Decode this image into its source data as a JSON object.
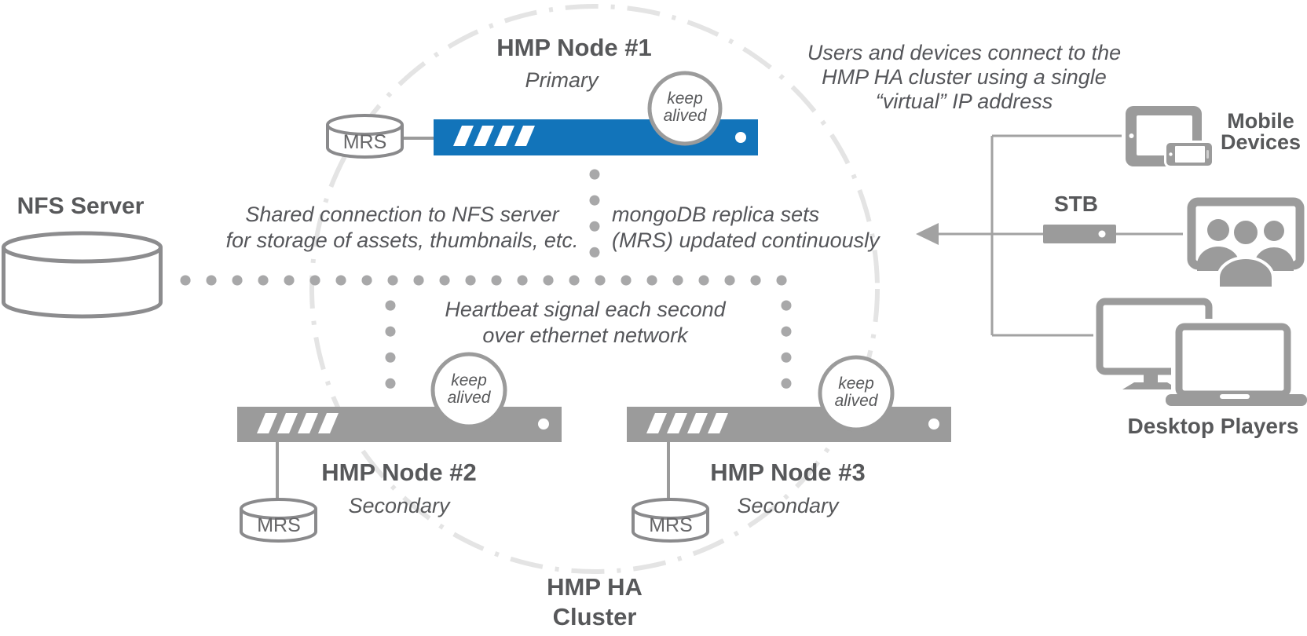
{
  "diagram": {
    "nfs_label": "NFS Server",
    "cluster_label": [
      "HMP HA",
      "Cluster"
    ],
    "nodes": [
      {
        "title": "HMP Node #1",
        "role": "Primary",
        "db_label": "MRS",
        "badge": [
          "keep",
          "alived"
        ]
      },
      {
        "title": "HMP Node #2",
        "role": "Secondary",
        "db_label": "MRS",
        "badge": [
          "keep",
          "alived"
        ]
      },
      {
        "title": "HMP Node #3",
        "role": "Secondary",
        "db_label": "MRS",
        "badge": [
          "keep",
          "alived"
        ]
      }
    ],
    "annotations": {
      "shared": [
        "Shared connection to NFS server",
        "for storage of assets, thumbnails, etc."
      ],
      "mongo": [
        "mongoDB replica sets",
        "(MRS) updated continuously"
      ],
      "heartbeat": [
        "Heartbeat signal each second",
        "over ethernet network"
      ],
      "virtual_ip": [
        "Users and devices connect to the",
        "HMP HA cluster using a single",
        "“virtual” IP address"
      ]
    },
    "devices": {
      "mobile": [
        "Mobile",
        "Devices"
      ],
      "stb": "STB",
      "desktop": "Desktop Players"
    },
    "colors": {
      "primary_blue": "#1274ba",
      "device_gray": "#9b9b9b",
      "text_gray": "#58595b",
      "dot_gray": "#a8a8a9",
      "ring_gray": "#e4e4e4"
    }
  }
}
